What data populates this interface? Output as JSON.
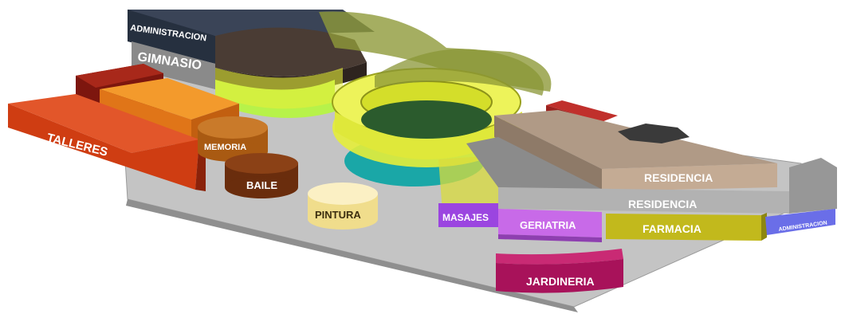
{
  "diagram": {
    "zones": {
      "administracion_top": "ADMINISTRACION",
      "gimnasio": "GIMNASIO",
      "talleres": "TALLERES",
      "memoria": "MEMORIA",
      "baile": "BAILE",
      "pintura": "PINTURA",
      "masajes": "MASAJES",
      "geriatria": "GERIATRIA",
      "farmacia": "FARMACIA",
      "residencia_upper": "RESIDENCIA",
      "residencia_lower": "RESIDENCIA",
      "jardineria": "JARDINERIA",
      "administracion_right": "ADMINISTRACION"
    },
    "colors": {
      "base_plate": "#bdbdbd",
      "talleres": "#d8431a",
      "talleres_orange": "#e7841c",
      "dark_red": "#8a1a10",
      "memoria": "#b3600f",
      "baile": "#7a3610",
      "pintura": "#f6e6a4",
      "administracion": "#2a3446",
      "gimnasio": "#8b8b8b",
      "brown_block": "#4a3b33",
      "lime": "#b7f24a",
      "olive": "#8e9a3a",
      "yellow": "#e6ee3a",
      "teal": "#1fb4b4",
      "dark_green": "#2c5e2e",
      "masajes": "#9b45e0",
      "geriatria": "#c66ae8",
      "farmacia": "#c1b91a",
      "residencia_tan": "#b49a84",
      "residencia_gray": "#aaaaaa",
      "jardineria": "#b0155e",
      "administracion_right": "#6a6ee8",
      "red_accent": "#c0302c"
    }
  }
}
